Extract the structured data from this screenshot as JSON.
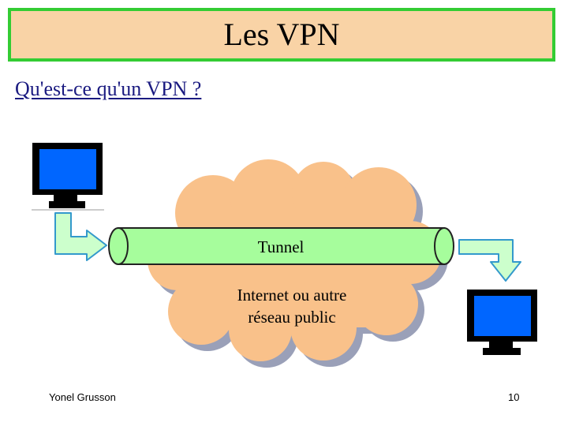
{
  "slide": {
    "title": "Les VPN",
    "subtitle": "Qu'est-ce qu'un VPN ?"
  },
  "diagram": {
    "tunnel_label": "Tunnel",
    "cloud_label_line1": "Internet ou autre",
    "cloud_label_line2": "réseau public",
    "icons": [
      "computer-monitor-icon",
      "cloud-icon",
      "arrow-icon"
    ]
  },
  "colors": {
    "title_background": "#f9d3a6",
    "title_border": "#33cc33",
    "subtitle_text": "#1a1a80",
    "cloud_fill": "#f9c18a",
    "cloud_shadow": "#9aa0b8",
    "tunnel_fill": "#a6fd9c",
    "screen_blue": "#0066ff",
    "arrow_fill": "#ccffcc",
    "arrow_stroke": "#3399cc"
  },
  "footer": {
    "author": "Yonel Grusson",
    "page_number": "10"
  }
}
